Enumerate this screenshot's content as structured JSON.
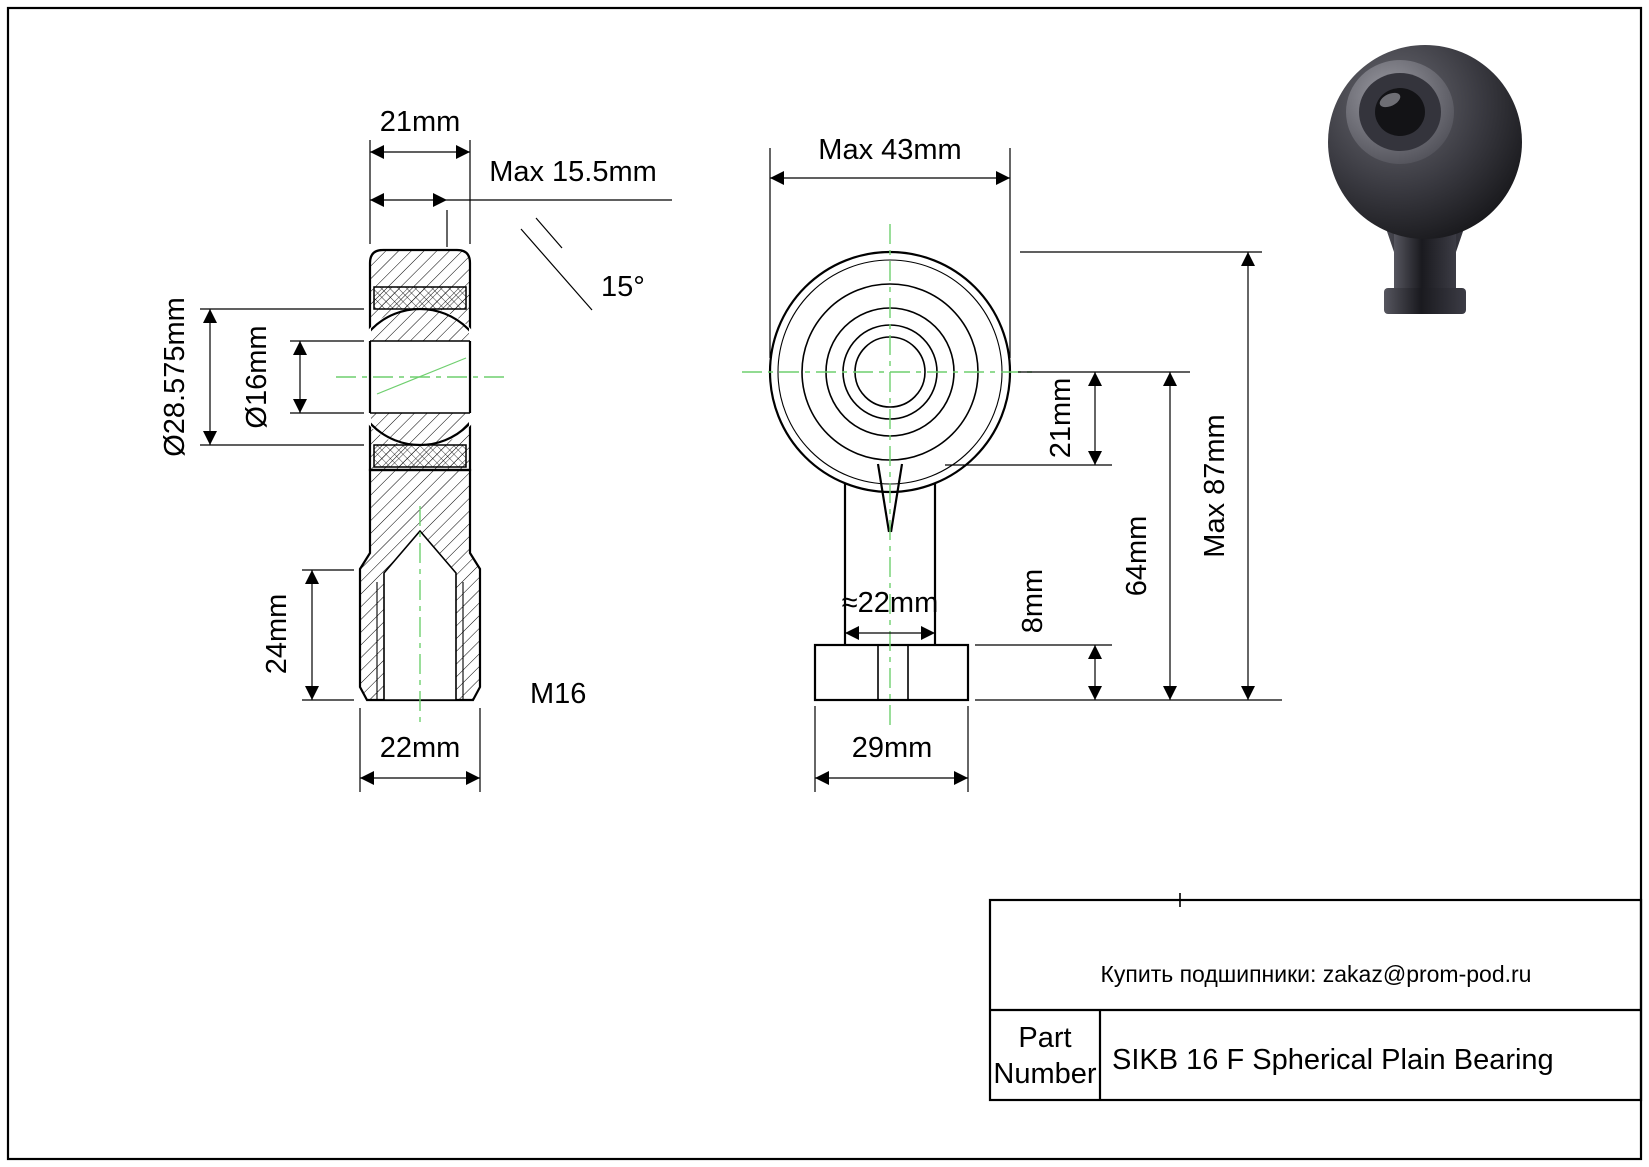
{
  "drawing": {
    "left_view": {
      "head_width": "21mm",
      "max_ball_width": "Max 15.5mm",
      "tilt_angle": "15°",
      "sphere_diameter": "Ø28.575mm",
      "bore_diameter": "Ø16mm",
      "thread_depth": "24mm",
      "thread_size": "M16",
      "shank_width": "22mm"
    },
    "front_view": {
      "head_width": "Max 43mm",
      "race_offset": "21mm",
      "nut_height": "8mm",
      "center_height": "64mm",
      "total_height": "Max 87mm",
      "shank_diameter": "≈22mm",
      "nut_width": "29mm"
    },
    "title_block": {
      "contact": "Купить подшипники: zakaz@prom-pod.ru",
      "part_label_line1": "Part",
      "part_label_line2": "Number",
      "part_value": "SIKB 16 F Spherical Plain Bearing"
    },
    "colors": {
      "centerline": "#6fcf6f",
      "line": "#000000"
    }
  }
}
